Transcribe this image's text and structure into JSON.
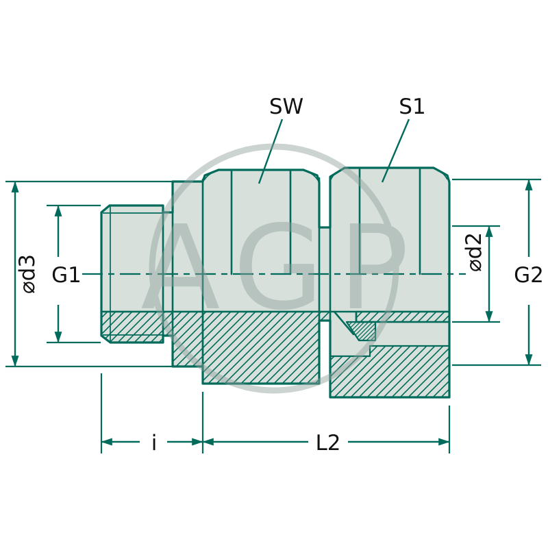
{
  "labels": {
    "sw": "SW",
    "s1": "S1",
    "g1": "G1",
    "g2": "G2",
    "d3": "⌀d3",
    "d2": "⌀d2",
    "i": "i",
    "l2": "L2"
  },
  "watermark": {
    "text": "AGP"
  },
  "colors": {
    "line": "#006B5B",
    "body_fill": "#D8E0DB",
    "label_text": "#111111",
    "watermark": "#8FA09B",
    "background": "#FFFFFF"
  }
}
